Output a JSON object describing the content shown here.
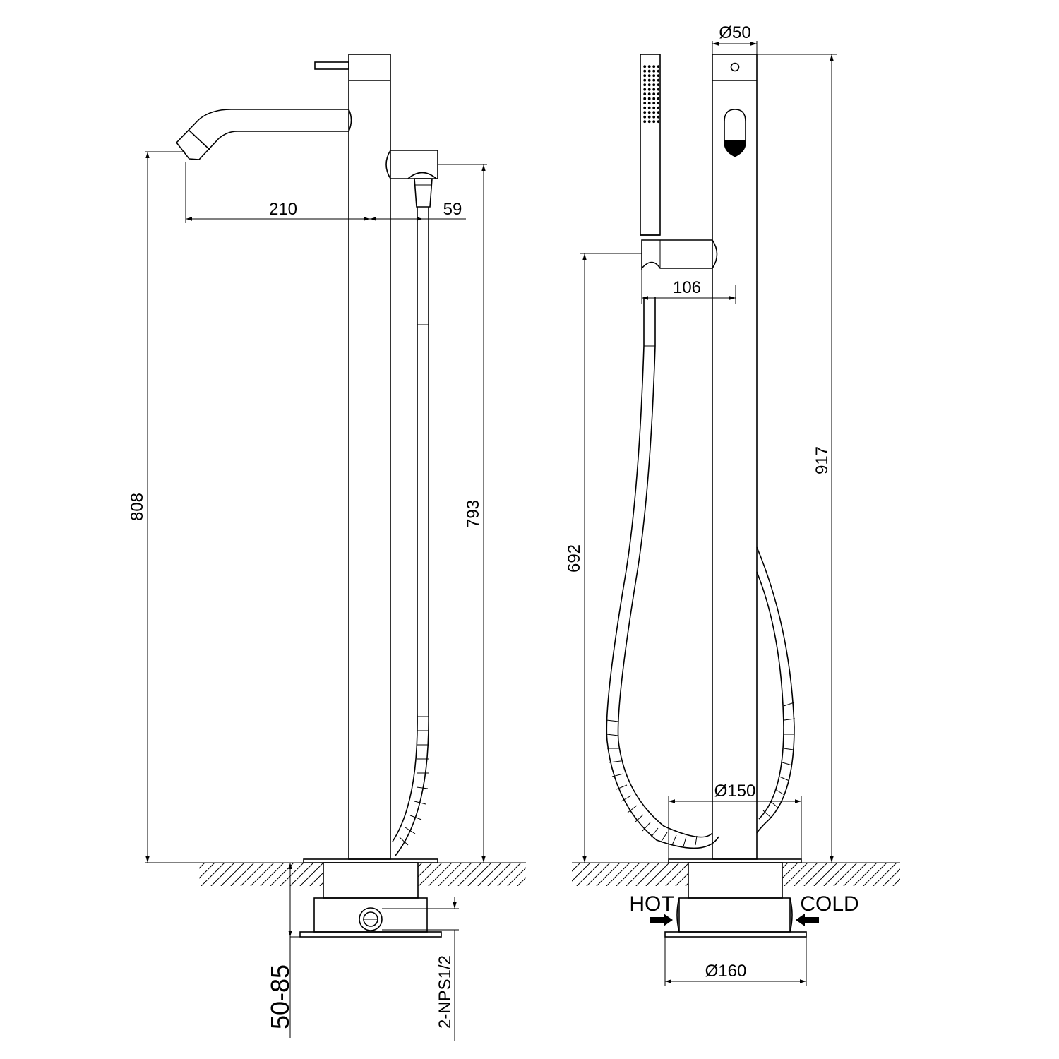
{
  "side_view": {
    "dim_spout_reach": "210",
    "dim_hose_offset": "59",
    "dim_spout_height": "808",
    "dim_hose_outlet_height": "793",
    "dim_install_depth": "50-85",
    "dim_inlet_thread": "2-NPS1/2"
  },
  "front_view": {
    "dim_body_diameter": "Ø50",
    "dim_holder_projection": "106",
    "dim_holder_height": "692",
    "dim_total_height": "917",
    "dim_base_cover_diameter": "Ø150",
    "dim_mount_plate_diameter": "Ø160",
    "label_hot": "HOT",
    "label_cold": "COLD"
  }
}
